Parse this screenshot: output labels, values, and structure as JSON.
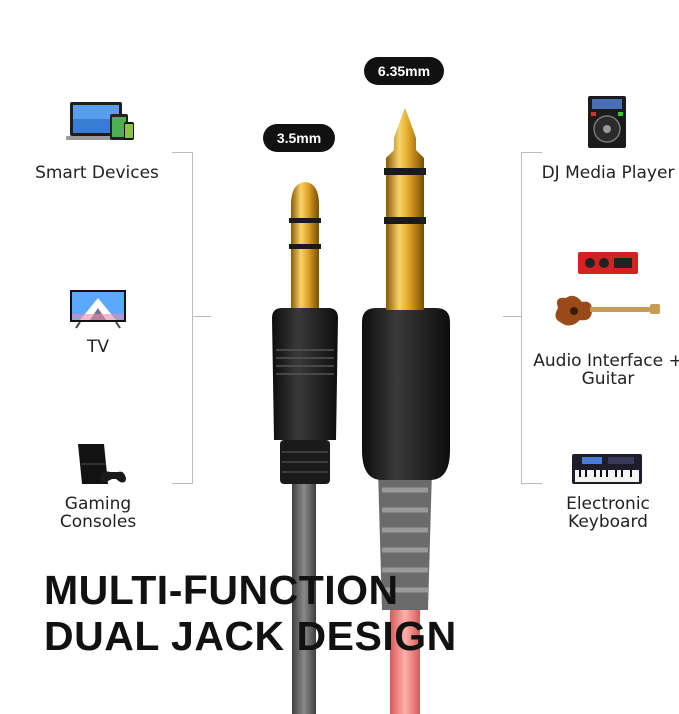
{
  "size_labels": {
    "small_jack": "3.5mm",
    "large_jack": "6.35mm"
  },
  "left_devices": [
    {
      "label": "Smart Devices",
      "icon": "smart-devices-icon"
    },
    {
      "label": "TV",
      "icon": "tv-icon"
    },
    {
      "label_line1": "Gaming",
      "label_line2": "Consoles",
      "icon": "game-console-icon"
    }
  ],
  "right_devices": [
    {
      "label": "DJ Media Player",
      "icon": "dj-player-icon"
    },
    {
      "label_line1": "Audio Interface +",
      "label_line2": "Guitar",
      "icon": "audio-interface-guitar-icon"
    },
    {
      "label_line1": "Electronic",
      "label_line2": "Keyboard",
      "icon": "keyboard-icon"
    }
  ],
  "headline": {
    "line1": "MULTI-FUNCTION",
    "line2": "DUAL JACK DESIGN"
  },
  "colors": {
    "gold": "#d4a017",
    "cable_left": "#6a6a6a",
    "cable_right": "#f07c7c",
    "plug_black": "#1c1c1c"
  }
}
